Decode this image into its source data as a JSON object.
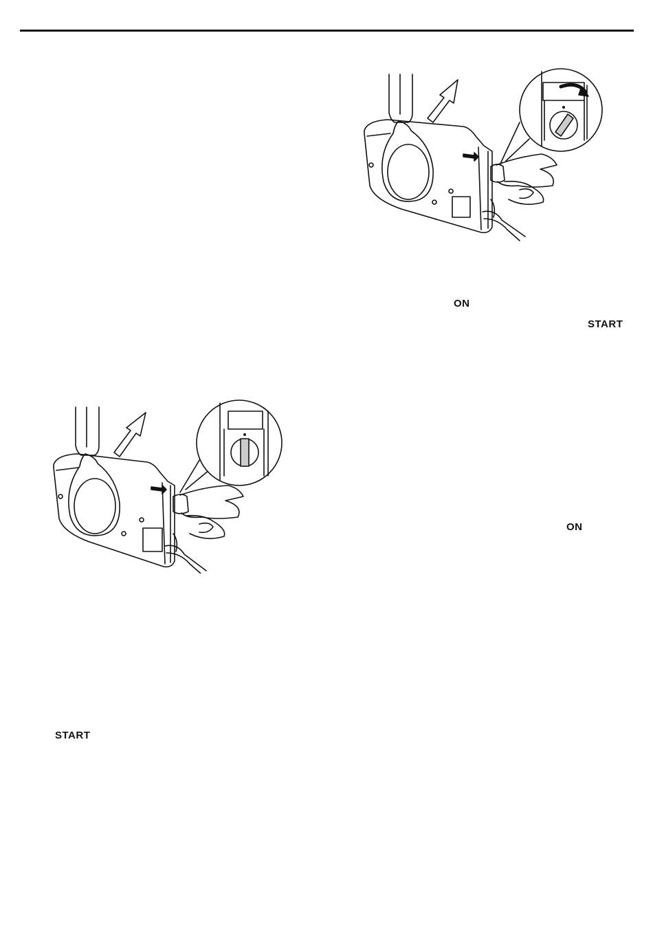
{
  "labels": {
    "on_top": "ON",
    "start_top": "START",
    "on_bottom": "ON",
    "start_bottom": "START"
  }
}
